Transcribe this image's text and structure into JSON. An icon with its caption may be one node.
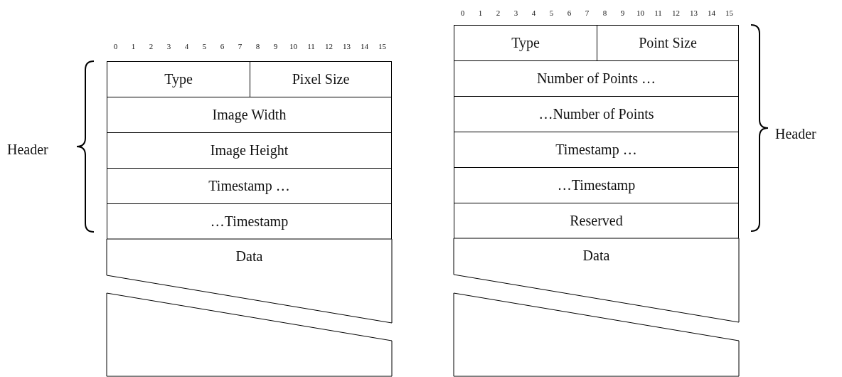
{
  "diagram": {
    "nodes": [
      {
        "text": [
          "Type"
        ]
      },
      {
        "text": [
          "Pixel Size"
        ]
      },
      {
        "text": [
          "Image Width"
        ]
      },
      {
        "text": [
          "Image Height"
        ]
      },
      {
        "text": [
          "Timestamp …"
        ]
      },
      {
        "text": [
          "…Timestamp"
        ]
      },
      {
        "text": [
          "Data"
        ]
      },
      {
        "text": [],
        "shape": "box"
      },
      {
        "text": [
          "Type"
        ]
      },
      {
        "text": [
          "Point Size"
        ]
      },
      {
        "text": [
          "Number of Points …"
        ]
      },
      {
        "text": [
          "…Number of Points"
        ]
      },
      {
        "text": [
          "Timestamp …"
        ]
      },
      {
        "text": [
          "…Timestamp"
        ]
      },
      {
        "text": [
          "Reserved"
        ]
      },
      {
        "text": [
          "Data"
        ]
      },
      {
        "text": [],
        "shape": "box"
      }
    ],
    "labels": [
      "0",
      "1",
      "2",
      "3",
      "4",
      "5",
      "6",
      "7",
      "8",
      "9",
      "10",
      "11",
      "12",
      "13",
      "14",
      "15",
      "0",
      "1",
      "2",
      "3",
      "4",
      "5",
      "6",
      "7",
      "8",
      "9",
      "10",
      "11",
      "12",
      "13",
      "14",
      "15",
      "Header",
      "Header"
    ]
  }
}
